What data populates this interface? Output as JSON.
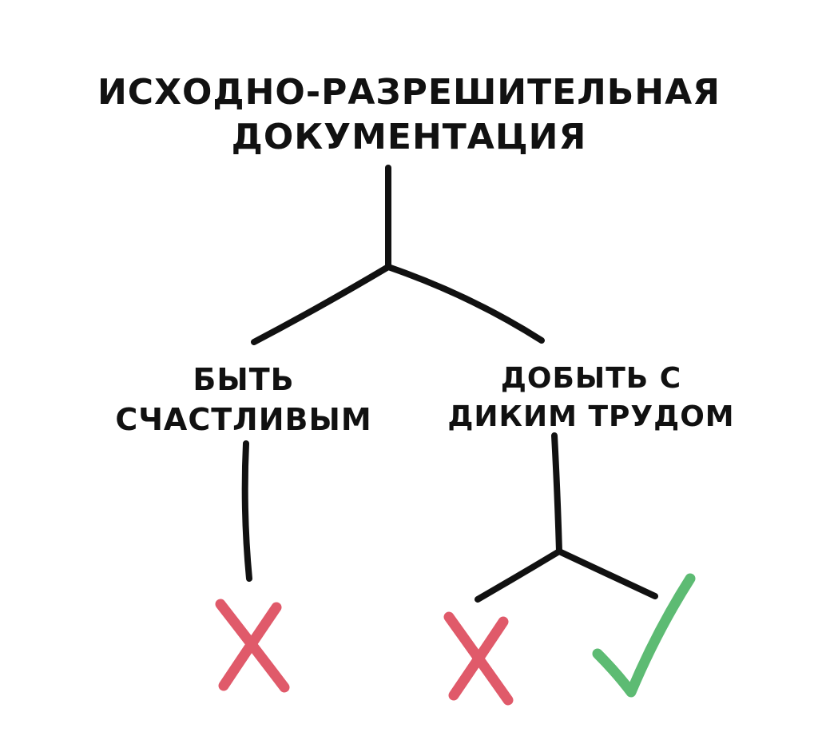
{
  "root": {
    "lines": [
      "Исходно-разрешительная",
      "документация"
    ]
  },
  "left_branch": {
    "lines": [
      "Быть",
      "счастливым"
    ],
    "outcome": "cross"
  },
  "right_branch": {
    "lines": [
      "Добыть с",
      "диким трудом"
    ],
    "outcomes": [
      "cross",
      "check"
    ]
  },
  "colors": {
    "ink": "#111111",
    "cross": "#e05a6a",
    "check": "#5dbb73"
  }
}
